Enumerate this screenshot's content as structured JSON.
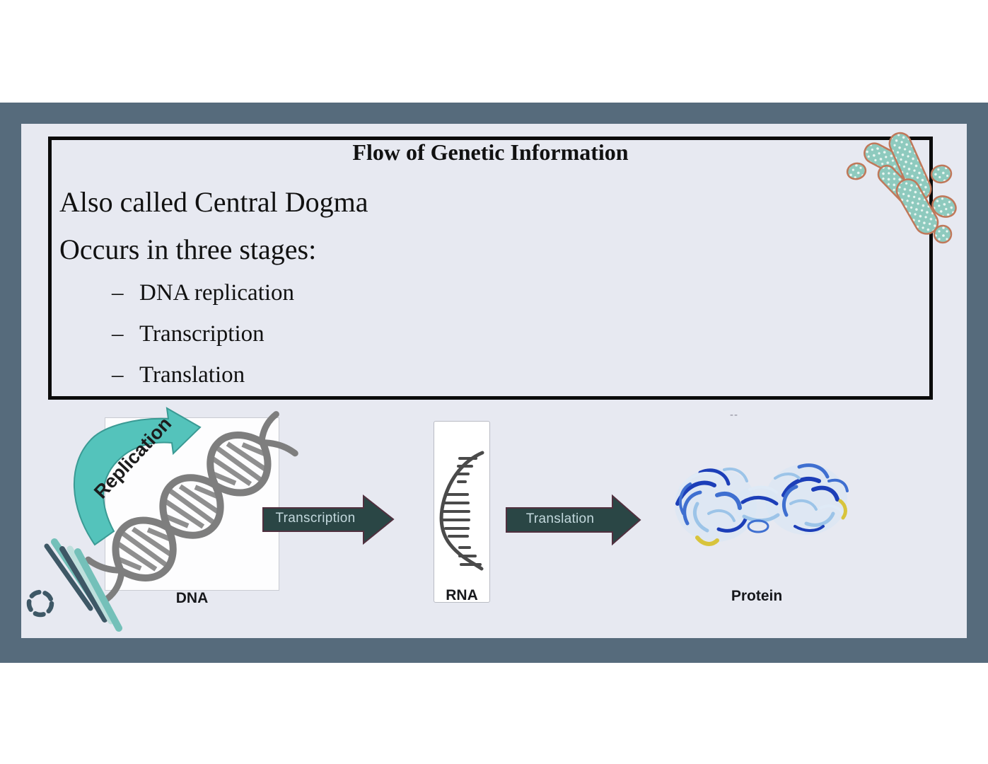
{
  "slide": {
    "title": "Flow of Genetic Information",
    "line1": "Also called Central Dogma",
    "line2": "Occurs in three stages:",
    "bullet_dash": "–",
    "bullets": [
      "DNA replication",
      "Transcription",
      "Translation"
    ]
  },
  "diagram": {
    "replication": "Replication",
    "dna": "DNA",
    "transcription": "Transcription",
    "rna": "RNA",
    "translation": "Translation",
    "protein": "Protein",
    "stray_mark": "--"
  },
  "colors": {
    "page_bg": "#ffffff",
    "frame": "#566b7c",
    "slide_bg": "#e7e9f1",
    "box_border": "#0b0b0b",
    "text": "#111111",
    "flow_arrow_fill": "#2a4645",
    "flow_arrow_outline": "#50303f",
    "flow_arrow_label": "#c3d8dd",
    "replication_teal": "#54c3bb",
    "replication_outline": "#3a9a94",
    "helix_gray": "#7e7e7e",
    "rna_stroke": "#4a4a4a",
    "organelle_fill": "#8ecabe",
    "organelle_stroke": "#c0785a",
    "stripe_dark": "#3e5866",
    "stripe_teal": "#74c0b9",
    "stripe_pale": "#bedfdc",
    "protein_blue_dark": "#1c3eb8",
    "protein_blue_mid": "#3f6fd0",
    "protein_blue_light": "#9cc4e8",
    "protein_pale": "#d9e6f4",
    "protein_yellow": "#d8c43c"
  }
}
